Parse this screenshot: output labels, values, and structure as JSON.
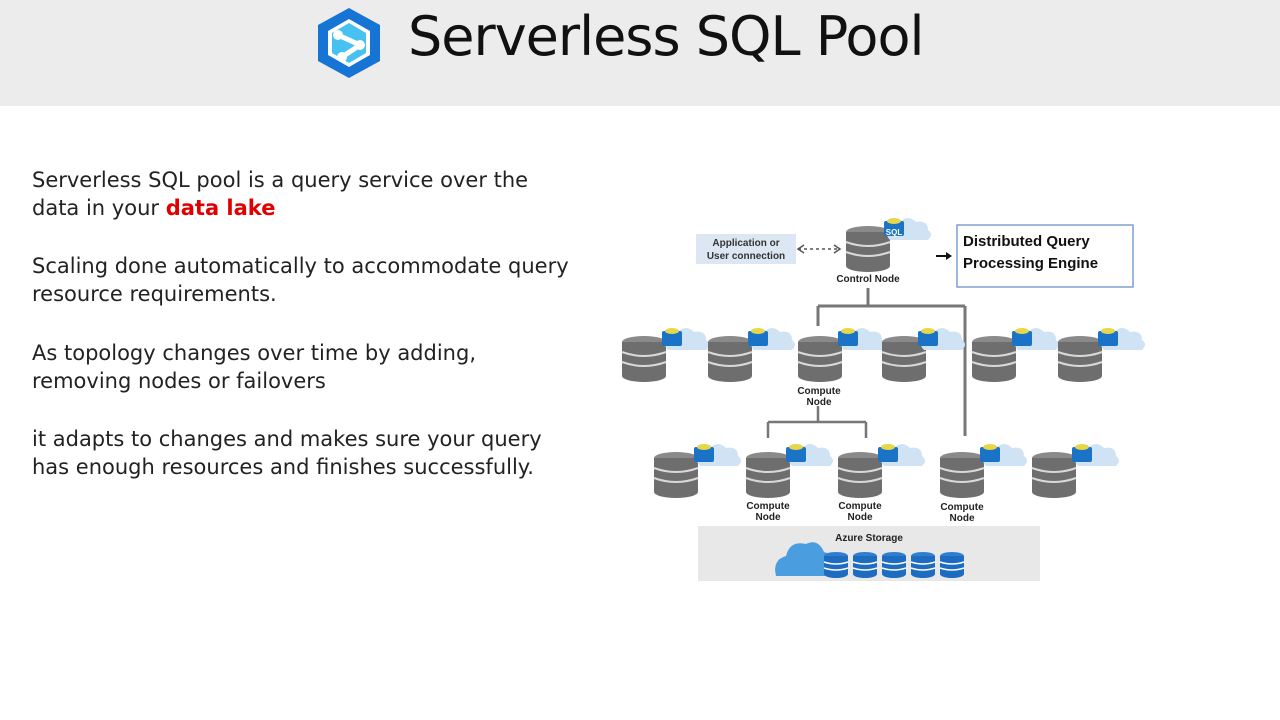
{
  "header": {
    "title": "Serverless SQL Pool"
  },
  "text": {
    "p1_a": "Serverless SQL pool is a query service over the data in your ",
    "p1_highlight": "data lake",
    "p2": "Scaling done automatically to accommodate query resource requirements.",
    "p3": "As topology changes over time by adding, removing nodes or failovers",
    "p4": "it adapts to changes and makes sure your query has enough resources and finishes successfully."
  },
  "diagram": {
    "app_line1": "Application or",
    "app_line2": "User connection",
    "control_node": "Control Node",
    "engine_line1": "Distributed Query",
    "engine_line2": "Processing Engine",
    "compute": "Compute",
    "node": "Node",
    "sql": "SQL",
    "storage": "Azure Storage"
  },
  "colors": {
    "header_bg": "#ececec",
    "highlight": "#e00000",
    "sql_badge": "#1a73c6"
  }
}
